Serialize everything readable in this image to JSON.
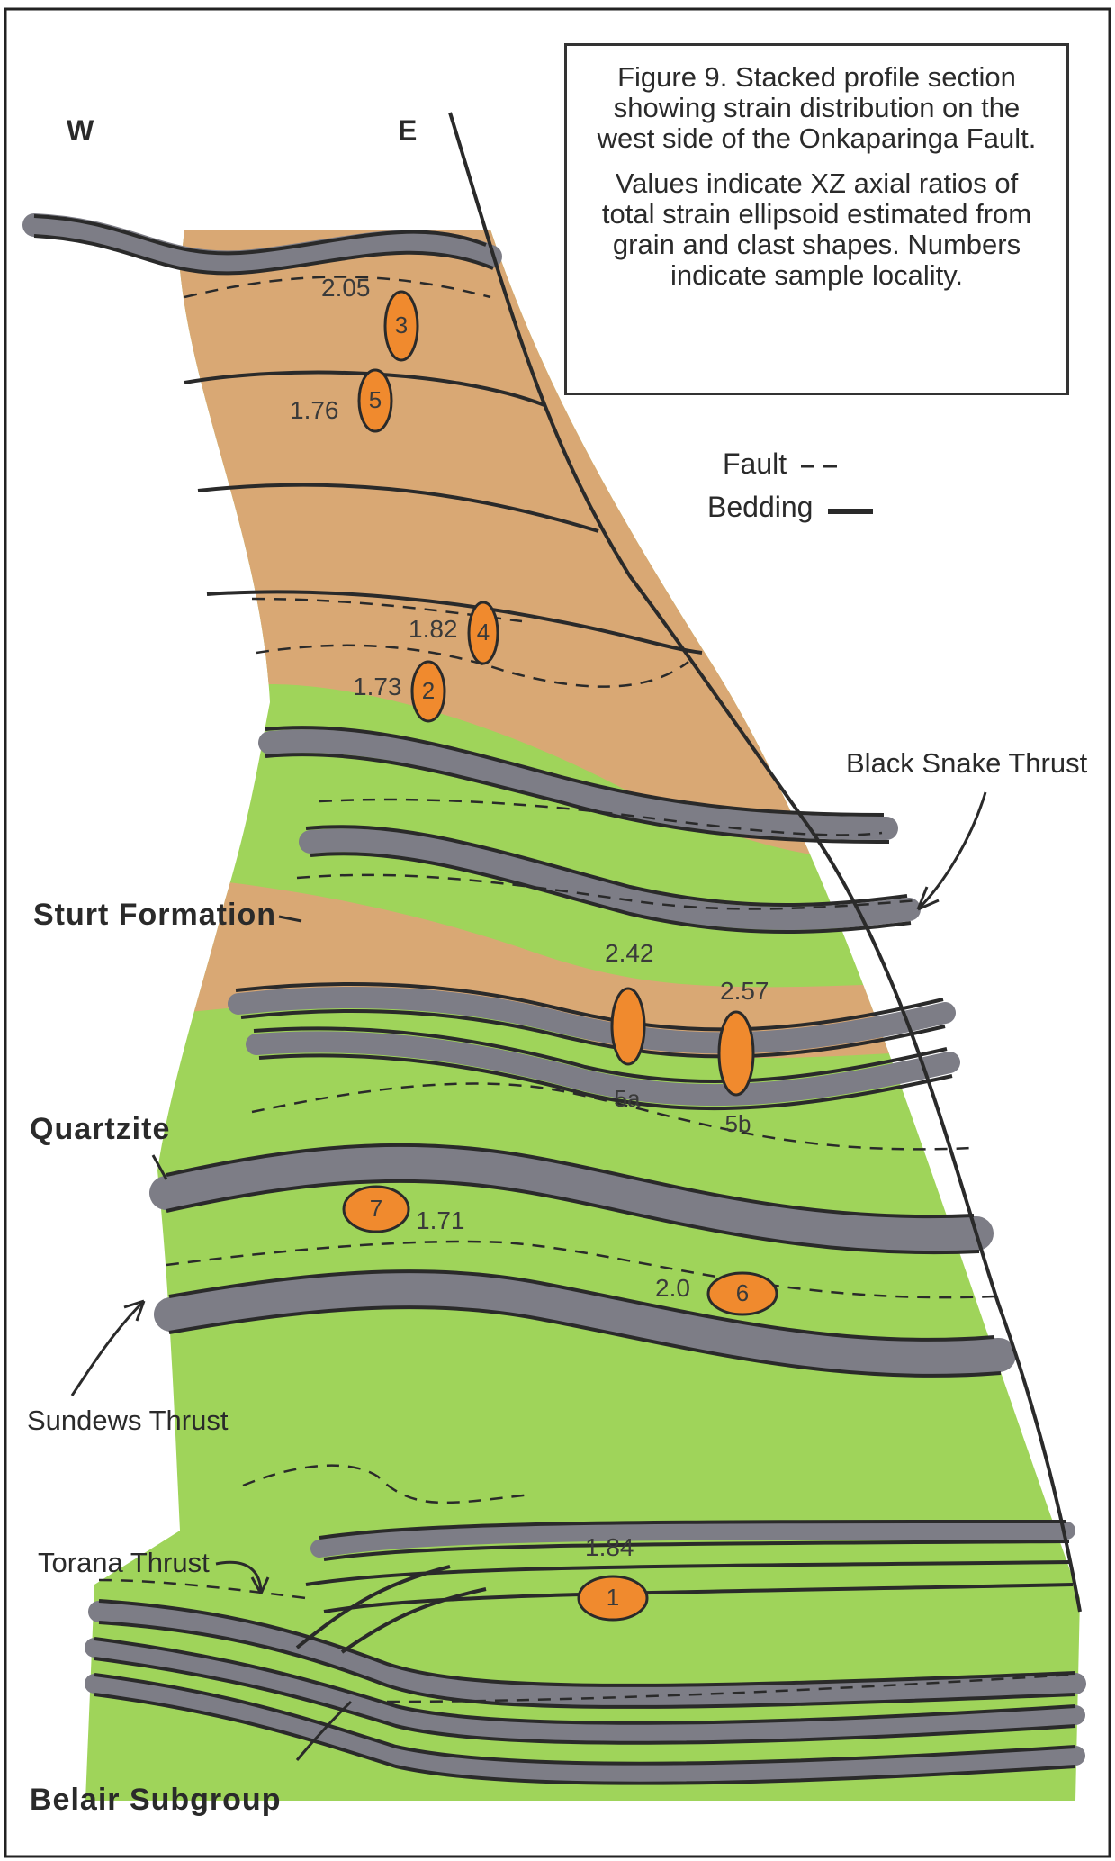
{
  "caption": {
    "title": "Figure 9. Stacked profile section showing strain distribution on the west side of the Onkaparinga Fault.",
    "body": "Values indicate XZ axial ratios of total strain ellipsoid estimated from grain and clast shapes. Numbers indicate sample locality."
  },
  "compass": {
    "west": "W",
    "east": "E"
  },
  "legend": {
    "fault": "Fault",
    "bedding": "Bedding"
  },
  "units": {
    "sturt": "Sturt Formation",
    "quartzite": "Quartzite",
    "belair": "Belair Subgroup"
  },
  "thrusts": {
    "black_snake": "Black Snake Thrust",
    "sundews": "Sundews Thrust",
    "torana": "Torana Thrust"
  },
  "samples": [
    {
      "id": "3",
      "strain": "2.05"
    },
    {
      "id": "5",
      "strain": "1.76"
    },
    {
      "id": "4",
      "strain": "1.82"
    },
    {
      "id": "2",
      "strain": "1.73"
    },
    {
      "id": "5a",
      "strain": "2.42"
    },
    {
      "id": "5b",
      "strain": "2.57"
    },
    {
      "id": "7",
      "strain": "1.71"
    },
    {
      "id": "6",
      "strain": "2.0"
    },
    {
      "id": "1",
      "strain": "1.84"
    }
  ],
  "colors": {
    "sturt_fill": "#d9a874",
    "quartzite_fill": "#9fd45a",
    "bedding_band": "#7d7d86",
    "ellipse": "#f08a2e",
    "line": "#2a2a2a"
  }
}
